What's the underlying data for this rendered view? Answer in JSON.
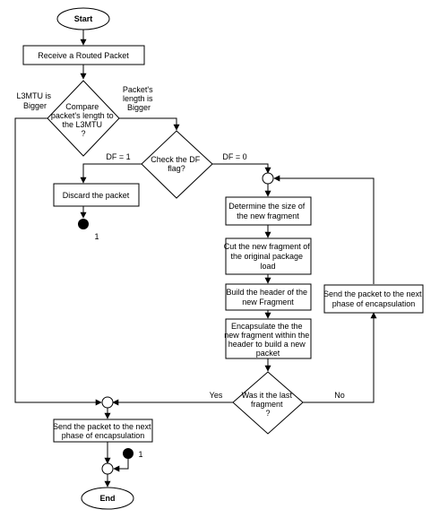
{
  "nodes": {
    "start": "Start",
    "receive": "Receive a Routed Packet",
    "compare": [
      "Compare",
      "packet's length to",
      "the L3MTU",
      "?"
    ],
    "check_df": [
      "Check the DF",
      "flag?"
    ],
    "discard": "Discard the packet",
    "connector_1": "1",
    "determine": [
      "Determine the size of",
      "the new fragment"
    ],
    "cut": [
      "Cut the new fragment of",
      "the original package",
      "load"
    ],
    "build": [
      "Build the header of the",
      "new Fragment"
    ],
    "encapsulate": [
      "Encapsulate the the",
      "new fragment within the",
      "header to build a new",
      "packet"
    ],
    "send_right": [
      "Send the packet to the next",
      "phase of encapsulation"
    ],
    "last_fragment": [
      "Was it the last",
      "fragment",
      "?"
    ],
    "send_bottom": [
      "Send the packet to the next",
      "phase of encapsulation"
    ],
    "connector_1b": "1",
    "end": "End"
  },
  "edge_labels": {
    "l3mtu_bigger": [
      "L3MTU is",
      "Bigger"
    ],
    "packet_bigger": [
      "Packet's",
      "length is",
      "Bigger"
    ],
    "df1": "DF = 1",
    "df0": "DF = 0",
    "yes": "Yes",
    "no": "No"
  },
  "colors": {
    "stroke": "#000000",
    "fill": "#ffffff",
    "connector": "#000000",
    "text": "#000000"
  }
}
